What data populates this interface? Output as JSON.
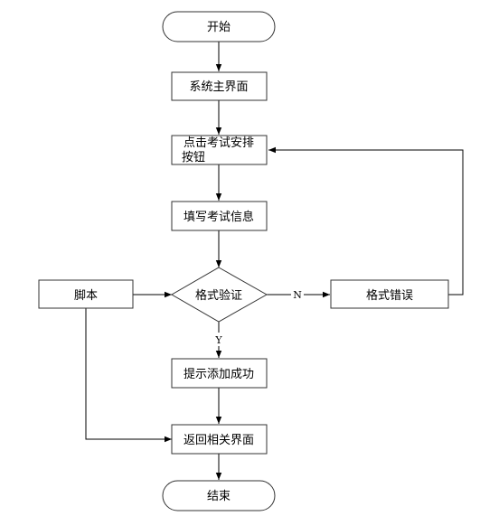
{
  "flowchart": {
    "nodes": {
      "start": "开始",
      "main_ui": "系统主界面",
      "click_exam_button_line1": "点击考试安排",
      "click_exam_button_line2": "按钮",
      "fill_exam_info": "填写考试信息",
      "format_check": "格式验证",
      "format_error": "格式错误",
      "script": "脚本",
      "prompt_add_success": "提示添加成功",
      "return_related_ui": "返回相关界面",
      "end": "结束"
    },
    "edge_labels": {
      "no": "N",
      "yes": "Y"
    }
  }
}
